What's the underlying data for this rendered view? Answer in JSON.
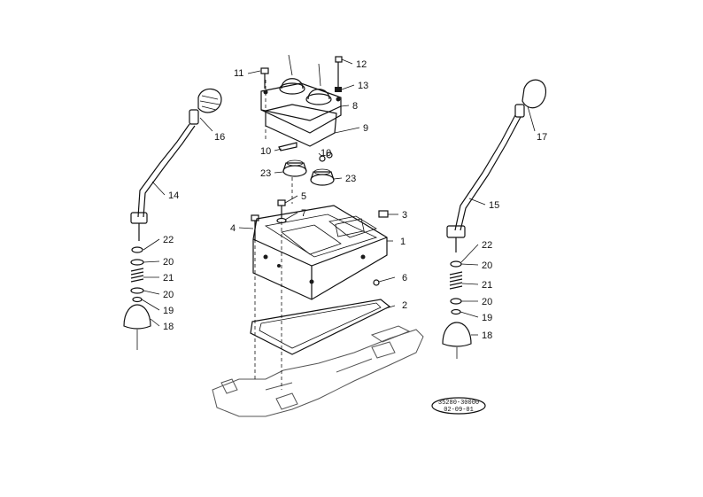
{
  "callouts": {
    "c1": "1",
    "c2": "2",
    "c3": "3",
    "c4": "4",
    "c5": "5",
    "c6": "6",
    "c7": "7",
    "c8": "8",
    "c9": "9",
    "c10a": "10",
    "c10b": "10",
    "c11": "11",
    "c12": "12",
    "c13": "13",
    "c14": "14",
    "c15": "15",
    "c16": "16",
    "c17": "17",
    "c18l": "18",
    "c18r": "18",
    "c19l": "19",
    "c19r": "19",
    "c20l1": "20",
    "c20l2": "20",
    "c20r1": "20",
    "c20r2": "20",
    "c21l": "21",
    "c21r": "21",
    "c22l": "22",
    "c22r": "22",
    "c23a": "23",
    "c23b": "23"
  },
  "stamp": {
    "line1": "35280-30000",
    "line2": "02-09-01"
  }
}
